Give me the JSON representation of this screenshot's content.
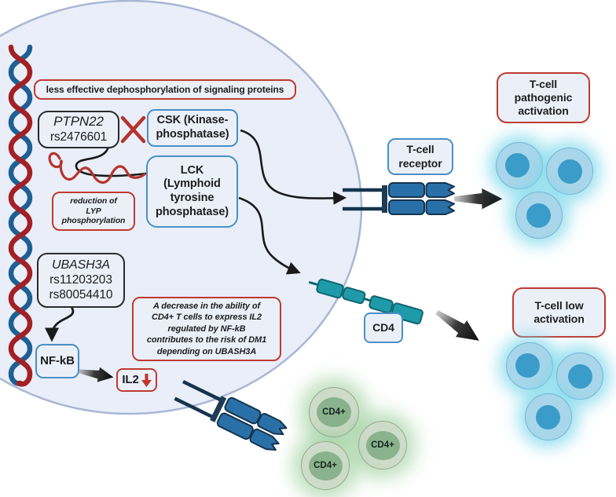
{
  "colors": {
    "red": "#bf3a2f",
    "blue": "#4a8fc7",
    "ink": "#2b2a2e",
    "teal": "#1f9aa8",
    "teal-dark": "#0e6570",
    "receptor-blue": "#2a70a8",
    "receptor-dark": "#15344f",
    "cell-fill": "#e9eef8",
    "membrane": "#a9b6d6",
    "tcell-body": "#a9d6ea",
    "tcell-border": "#74b6d6",
    "tcell-nucleus": "#3b9cc9",
    "cd4-body": "#cddcc8",
    "cd4-border": "#94aa8e",
    "cd4-nucleus": "#8ab28c",
    "dna-red": "#a32026",
    "dna-blue": "#1e5f94",
    "arrow-black": "#1a1a1a"
  },
  "labels": {
    "banner": "less effective dephosphorylation of signaling proteins",
    "ptpn22_gene": "PTPN22",
    "ptpn22_snp": "rs2476601",
    "csk": "CSK (Kinase-\nphosphatase)",
    "lck": "LCK\n(Lymphoid\ntyrosine\nphosphatase)",
    "reduction_note": "reduction of\nLYP\nphosphorylation",
    "ubash3a_gene": "UBASH3A",
    "ubash3a_snp1": "rs11203203",
    "ubash3a_snp2": "rs80054410",
    "decrease_note": "A decrease in the ability of\nCD4+ T cells to express IL2\nregulated by NF-kB\ncontributes to the risk of DM1\ndepending on UBASH3A",
    "nfkb": "NF-kB",
    "il2": "IL2",
    "tcr": "T-cell\nreceptor",
    "cd4": "CD4",
    "pathogenic": "T-cell\npathogenic\nactivation",
    "low_activation": "T-cell low\nactivation",
    "cd4_cell": "CD4+"
  }
}
